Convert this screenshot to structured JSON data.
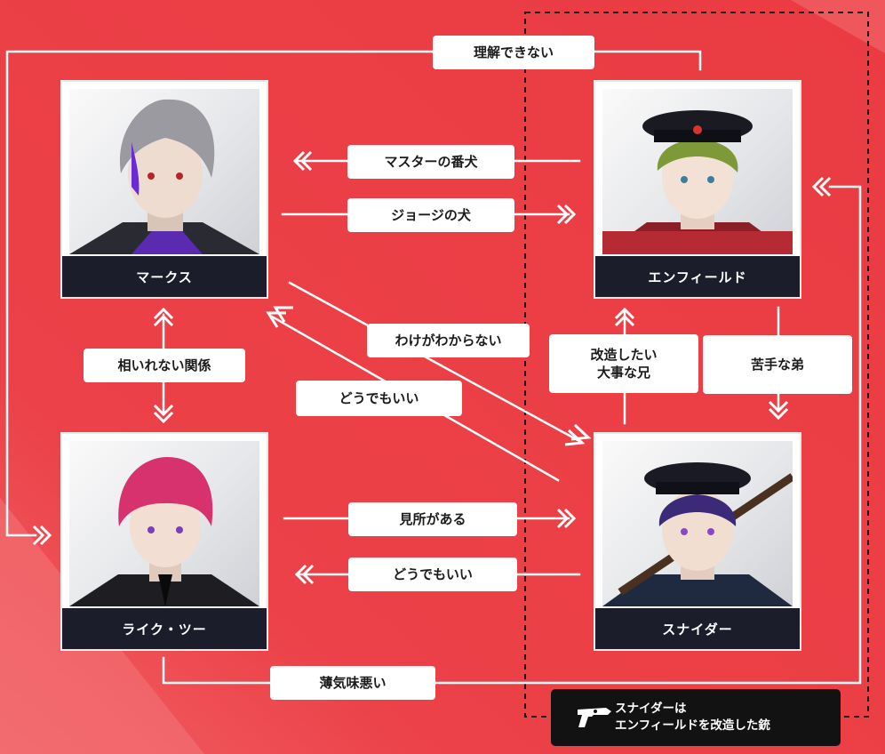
{
  "colors": {
    "background": "#ec3f45",
    "background_light": "#f26a6e",
    "line": "#ffffff",
    "name_bar": "#1b1d2b",
    "note_box": "#121212"
  },
  "characters": {
    "marx": {
      "name": "マークス"
    },
    "enfield": {
      "name": "エンフィールド"
    },
    "like_two": {
      "name": "ライク・ツー"
    },
    "snider": {
      "name": "スナイダー"
    }
  },
  "relations": {
    "cannot_understand": "理解できない",
    "masters_dog": "マスターの番犬",
    "georges_dog": "ジョージの犬",
    "incompatible": "相いれない関係",
    "dont_get_it": "わけがわからない",
    "dont_care_marx": "どうでもいい",
    "want_to_modify": "改造したい\n大事な兄",
    "bad_at_brother": "苦手な弟",
    "promising": "見所がある",
    "dont_care_like": "どうでもいい",
    "creepy": "薄気味悪い"
  },
  "note": {
    "line1": "スナイダーは",
    "line2": "エンフィールドを改造した銃",
    "icon": "pistol-icon"
  }
}
